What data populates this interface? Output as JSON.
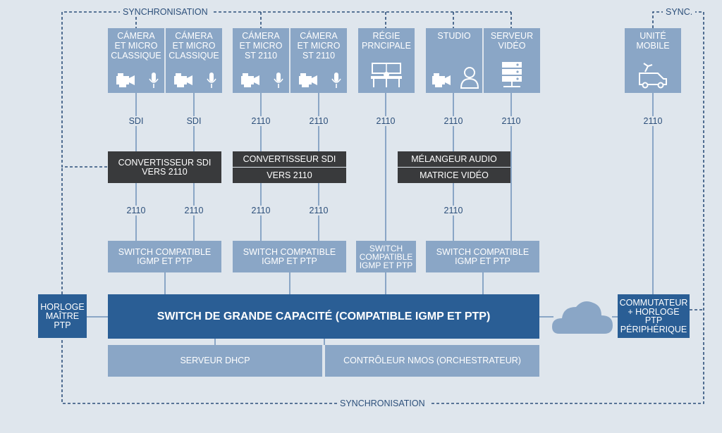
{
  "sync": {
    "top": "SYNCHRONISATION",
    "short": "SYNC.",
    "bottom": "SYNCHRONISATION"
  },
  "sources": [
    {
      "label": "CÁMERA\nET MICRO\nCLASSIQUE"
    },
    {
      "label": "CÁMERA\nET MICRO\nCLASSIQUE"
    },
    {
      "label": "CÁMERA\nET MICRO\nST 2110"
    },
    {
      "label": "CÁMERA\nET MICRO\nST 2110"
    },
    {
      "label": "RÉGIE\nPRNCIPALE"
    },
    {
      "label": "STUDIO"
    },
    {
      "label": "SERVEUR\nVIDÉO"
    },
    {
      "label": "UNITÉ\nMOBILE"
    }
  ],
  "links": {
    "sdi": "SDI",
    "st2110": "2110"
  },
  "converters": {
    "a_line1": "CONVERTISSEUR SDI",
    "a_line2": "VERS 2110",
    "b_line1": "CONVERTISSEUR SDI",
    "b_line2": "VERS 2110",
    "mixer": "MÉLANGEUR AUDIO",
    "matrix": "MATRICE VIDÉO"
  },
  "switches": {
    "a": "SWITCH COMPATIBLE\nIGMP ET PTP",
    "b": "SWITCH COMPATIBLE\nIGMP ET PTP",
    "c": "SWITCH\nCOMPATIBLE\nIGMP ET PTP",
    "d": "SWITCH COMPATIBLE\nIGMP ET PTP"
  },
  "core": {
    "main": "SWITCH DE GRANDE CAPACITÉ (COMPATIBLE IGMP ET PTP)",
    "clock": "HORLOGE\nMAÎTRE\nPTP",
    "edge": "COMMUTATEUR\n+ HORLOGE\nPTP\nPÉRIPHÉRIQUE",
    "dhcp": "SERVEUR DHCP",
    "nmos": "CONTRÔLEUR NMOS (ORCHESTRATEUR)"
  },
  "colors": {
    "light": "#8aa6c6",
    "dark": "#393a3c",
    "blue": "#2a5e95",
    "line": "#2c4f7a",
    "background": "#dfe6ed"
  },
  "icons": [
    "video-camera-icon",
    "microphone-icon",
    "control-desk-icon",
    "person-icon",
    "server-rack-icon",
    "ob-van-icon",
    "cloud-icon"
  ]
}
